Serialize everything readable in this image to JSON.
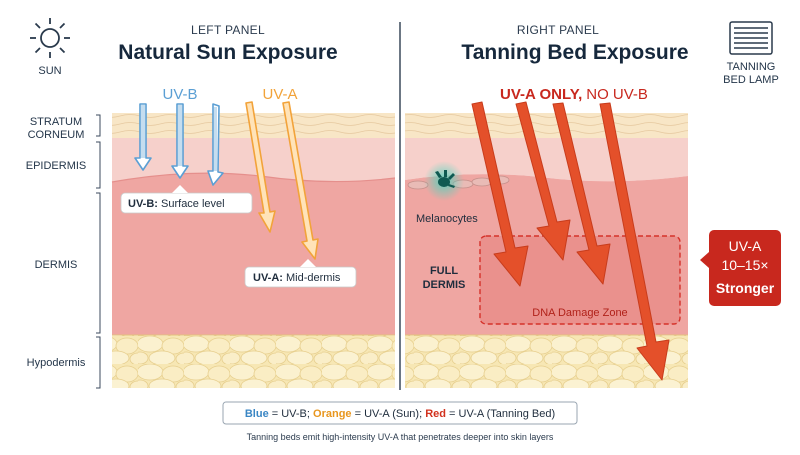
{
  "sun": {
    "label": "SUN"
  },
  "lamp": {
    "label_line1": "TANNING",
    "label_line2": "BED LAMP"
  },
  "left_panel": {
    "subtitle": "LEFT PANEL",
    "title": "Natural Sun Exposure",
    "uvb_label": "UV-B",
    "uva_label": "UV-A",
    "uvb_callout_bold": "UV-B:",
    "uvb_callout_text": "Surface level",
    "uva_callout_bold": "UV-A:",
    "uva_callout_text": "Mid-dermis"
  },
  "right_panel": {
    "subtitle": "RIGHT PANEL",
    "title": "Tanning Bed Exposure",
    "uva_only_bold": "UV-A ONLY,",
    "uva_only_rest": "NO UV-B",
    "melanocytes_label": "Melanocytes",
    "full_dermis_line1": "FULL",
    "full_dermis_line2": "DERMIS",
    "dna_zone_label": "DNA Damage Zone"
  },
  "layers": {
    "stratum_line1": "STRATUM",
    "stratum_line2": "CORNEUM",
    "epidermis": "EPIDERMIS",
    "dermis": "DERMIS",
    "hypodermis": "Hypodermis"
  },
  "badge": {
    "line1": "UV-A",
    "line2": "10–15×",
    "line3": "Stronger"
  },
  "legend": {
    "blue_word": "Blue",
    "blue_rest": " = UV-B; ",
    "orange_word": "Orange",
    "orange_rest": " = UV-A (Sun); ",
    "red_word": "Red",
    "red_rest": " = UV-A (Tanning Bed)"
  },
  "caption": "Tanning beds emit high-intensity UV-A that penetrates deeper into skin layers",
  "colors": {
    "uvb_blue": "#5b9fd4",
    "uva_orange": "#f2a33a",
    "uva_red": "#e4502a",
    "badge_red": "#c8281e",
    "legend_blue": "#3a86c4",
    "legend_orange": "#e8961e",
    "legend_red": "#d2321e"
  }
}
